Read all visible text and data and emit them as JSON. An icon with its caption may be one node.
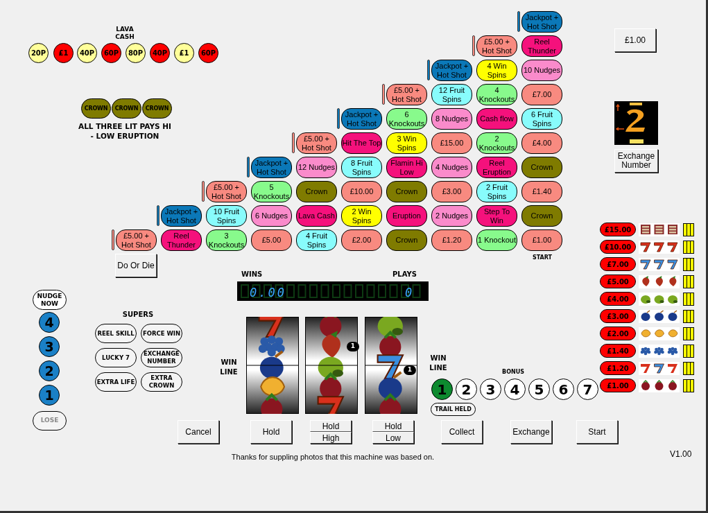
{
  "diagram": {
    "nodes": [
      {
        "text": [
          "20P"
        ]
      },
      {
        "text": [
          "£1"
        ]
      },
      {
        "text": [
          "40P"
        ]
      },
      {
        "text": [
          "60P"
        ]
      },
      {
        "text": [
          "80P"
        ]
      },
      {
        "text": [
          "40P"
        ]
      },
      {
        "text": [
          "£1"
        ]
      },
      {
        "text": [
          "60P"
        ]
      },
      {
        "text": [
          "£1.00"
        ]
      },
      {
        "text": [
          "CROWN"
        ]
      },
      {
        "text": [
          "CROWN"
        ]
      },
      {
        "text": [
          "CROWN"
        ]
      },
      {
        "text": [
          "Jackpot + Hot Shot"
        ]
      },
      {
        "text": [
          "£5.00 + Hot Shot"
        ]
      },
      {
        "text": [
          "Reel Thunder"
        ]
      },
      {
        "text": [
          "Jackpot + Hot Shot"
        ]
      },
      {
        "text": [
          "4 Win Spins"
        ]
      },
      {
        "text": [
          "10 Nudges"
        ]
      },
      {
        "text": [
          "£5.00 + Hot Shot"
        ]
      },
      {
        "text": [
          "12 Fruit Spins"
        ]
      },
      {
        "text": [
          "4 Knockouts"
        ]
      },
      {
        "text": [
          "£7.00"
        ]
      },
      {
        "text": [
          "Jackpot + Hot Shot"
        ]
      },
      {
        "text": [
          "6 Knockouts"
        ]
      },
      {
        "text": [
          "8 Nudges"
        ]
      },
      {
        "text": [
          "Cash flow"
        ]
      },
      {
        "text": [
          "6 Fruit Spins"
        ]
      },
      {
        "text": [
          "£5.00 + Hot Shot"
        ]
      },
      {
        "text": [
          "Hit The Top"
        ]
      },
      {
        "text": [
          "3 Win Spins"
        ]
      },
      {
        "text": [
          "£15.00"
        ]
      },
      {
        "text": [
          "2 Knockouts"
        ]
      },
      {
        "text": [
          "£4.00"
        ]
      },
      {
        "text": [
          "Jackpot + Hot Shot"
        ]
      },
      {
        "text": [
          "12 Nudges"
        ]
      },
      {
        "text": [
          "8 Fruit Spins"
        ]
      },
      {
        "text": [
          "Flamin Hi Low"
        ]
      },
      {
        "text": [
          "4 Nudges"
        ]
      },
      {
        "text": [
          "Reel Eruption"
        ]
      },
      {
        "text": [
          "Crown"
        ]
      },
      {
        "text": [
          "£5.00 + Hot Shot"
        ]
      },
      {
        "text": [
          "5 Knockouts"
        ]
      },
      {
        "text": [
          "Crown"
        ]
      },
      {
        "text": [
          "£10.00"
        ]
      },
      {
        "text": [
          "Crown"
        ]
      },
      {
        "text": [
          "£3.00"
        ]
      },
      {
        "text": [
          "2 Fruit Spins"
        ]
      },
      {
        "text": [
          "£1.40"
        ]
      },
      {
        "text": [
          "Jackpot + Hot Shot"
        ]
      },
      {
        "text": [
          "10 Fruit Spins"
        ]
      },
      {
        "text": [
          "6 Nudges"
        ]
      },
      {
        "text": [
          "Lava Cash"
        ]
      },
      {
        "text": [
          "2 Win Spins"
        ]
      },
      {
        "text": [
          "Eruption"
        ]
      },
      {
        "text": [
          "2 Nudges"
        ]
      },
      {
        "text": [
          "Step To Win"
        ]
      },
      {
        "text": [
          "Crown"
        ]
      },
      {
        "text": [
          "£5.00 + Hot Shot"
        ]
      },
      {
        "text": [
          "Reel Thunder"
        ]
      },
      {
        "text": [
          "3 Knockouts"
        ]
      },
      {
        "text": [
          "£5.00"
        ]
      },
      {
        "text": [
          "4 Fruit Spins"
        ]
      },
      {
        "text": [
          "£2.00"
        ]
      },
      {
        "text": [
          "Crown"
        ]
      },
      {
        "text": [
          "£1.20"
        ]
      },
      {
        "text": [
          "1 Knockout"
        ]
      },
      {
        "text": [
          "£1.00"
        ]
      },
      {
        "text": [
          "Exchange Number"
        ]
      },
      {
        "text": [
          "£15.00"
        ]
      },
      {
        "text": [
          "£10.00"
        ]
      },
      {
        "text": [
          "£7.00"
        ]
      },
      {
        "text": [
          "£5.00"
        ]
      },
      {
        "text": [
          "£4.00"
        ]
      },
      {
        "text": [
          "£3.00"
        ]
      },
      {
        "text": [
          "£2.00"
        ]
      },
      {
        "text": [
          "£1.40"
        ]
      },
      {
        "text": [
          "£1.20"
        ]
      },
      {
        "text": [
          "£1.00"
        ]
      },
      {
        "text": [
          "Do Or Die"
        ]
      },
      {
        "text": [
          "NUDGE NOW"
        ]
      },
      {
        "text": [
          "4"
        ]
      },
      {
        "text": [
          "3"
        ]
      },
      {
        "text": [
          "2"
        ]
      },
      {
        "text": [
          "1"
        ]
      },
      {
        "text": [
          "LOSE"
        ]
      },
      {
        "text": [
          "REEL SKILL"
        ]
      },
      {
        "text": [
          "FORCE WIN"
        ]
      },
      {
        "text": [
          "LUCKY 7"
        ]
      },
      {
        "text": [
          "EXCHANGE NUMBER"
        ]
      },
      {
        "text": [
          "EXTRA LIFE"
        ]
      },
      {
        "text": [
          "EXTRA CROWN"
        ]
      },
      {
        "text": [
          "1"
        ]
      },
      {
        "text": [
          "2"
        ]
      },
      {
        "text": [
          "3"
        ]
      },
      {
        "text": [
          "4"
        ]
      },
      {
        "text": [
          "5"
        ]
      },
      {
        "text": [
          "6"
        ]
      },
      {
        "text": [
          "7"
        ]
      },
      {
        "text": [
          "TRAIL HELD"
        ]
      },
      {
        "text": [
          "Cancel"
        ]
      },
      {
        "text": [
          "Hold"
        ]
      },
      {
        "text": [
          "Hold"
        ]
      },
      {
        "text": [
          "High"
        ]
      },
      {
        "text": [
          "Hold"
        ]
      },
      {
        "text": [
          "Low"
        ]
      },
      {
        "text": [
          "Collect"
        ]
      },
      {
        "text": [
          "Exchange"
        ]
      },
      {
        "text": [
          "Start"
        ]
      }
    ],
    "labels": [
      "LAVA CASH",
      "ALL THREE LIT PAYS HI - LOW ERUPTION",
      "START",
      "WINS",
      "PLAYS",
      "0.00",
      "0",
      "SUPERS",
      "WIN LINE",
      "1",
      "1",
      "WIN LINE",
      "BONUS",
      "Thanks for suppling photos that this machine was based on.",
      "V1.00"
    ]
  }
}
